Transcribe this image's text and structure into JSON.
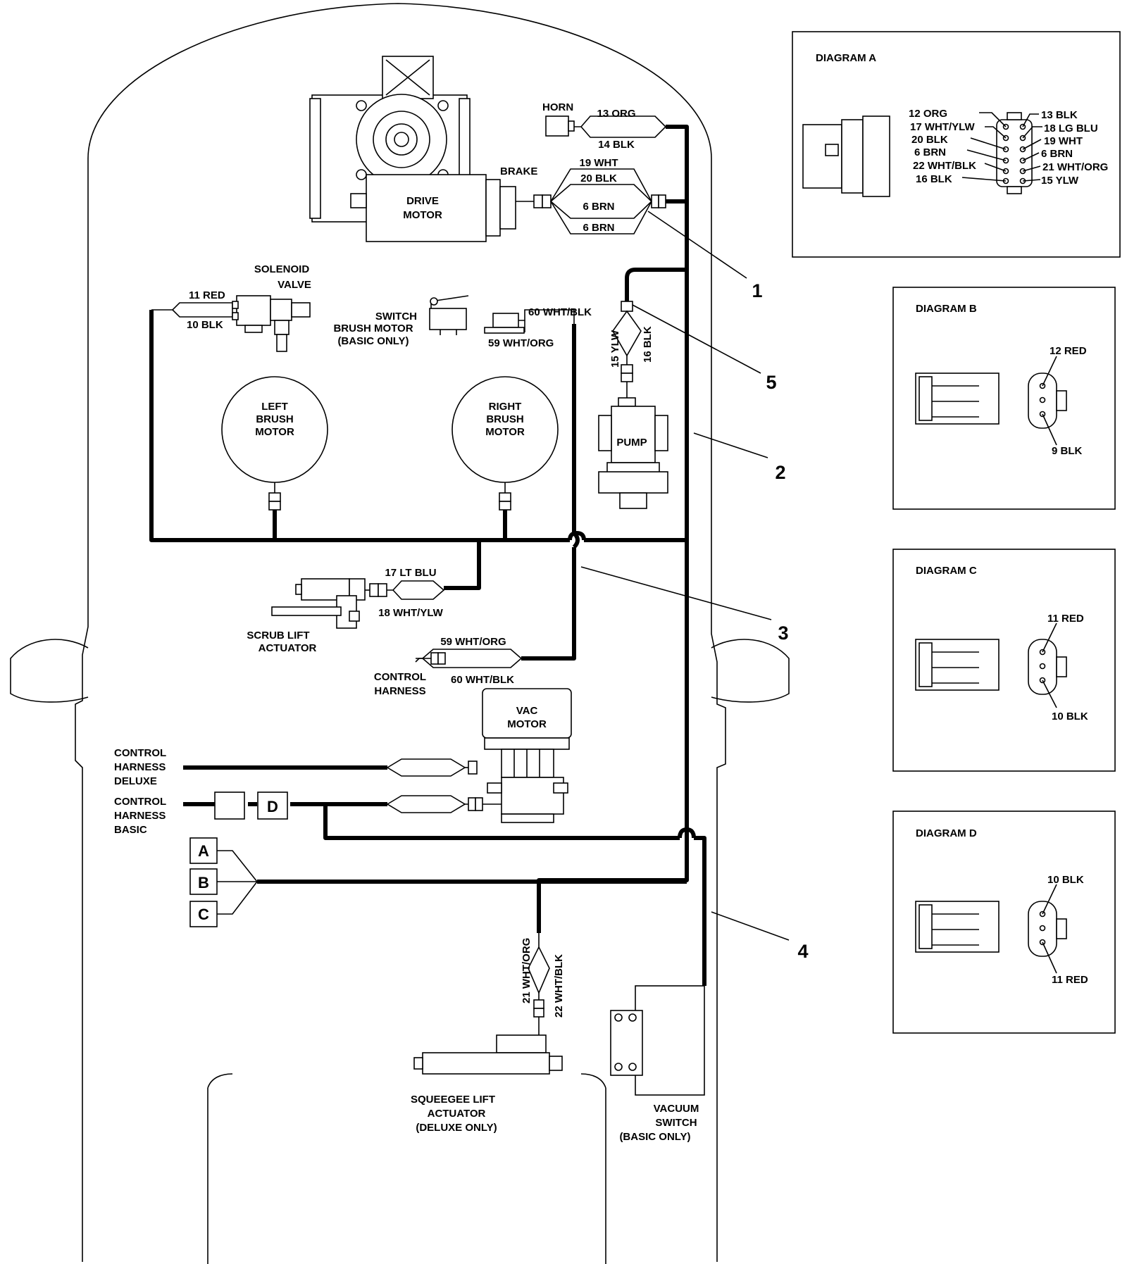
{
  "diagram": {
    "components": {
      "horn": "HORN",
      "brake": "BRAKE",
      "drive_motor": [
        "DRIVE",
        "MOTOR"
      ],
      "solenoid_valve": [
        "SOLENOID",
        "VALVE"
      ],
      "switch_brush_motor": [
        "SWITCH",
        "BRUSH MOTOR",
        "(BASIC ONLY)"
      ],
      "left_brush_motor": [
        "LEFT",
        "BRUSH",
        "MOTOR"
      ],
      "right_brush_motor": [
        "RIGHT",
        "BRUSH",
        "MOTOR"
      ],
      "pump": "PUMP",
      "scrub_lift_actuator": [
        "SCRUB LIFT",
        "ACTUATOR"
      ],
      "control_harness": [
        "CONTROL",
        "HARNESS"
      ],
      "vac_motor": [
        "VAC",
        "MOTOR"
      ],
      "control_harness_deluxe": [
        "CONTROL",
        "HARNESS",
        "DELUXE"
      ],
      "control_harness_basic": [
        "CONTROL",
        "HARNESS",
        "BASIC"
      ],
      "squeegee_lift_actuator": [
        "SQUEEGEE LIFT",
        "ACTUATOR",
        "(DELUXE ONLY)"
      ],
      "vacuum_switch": [
        "VACUUM",
        "SWITCH",
        "(BASIC ONLY)"
      ]
    },
    "wire_labels": {
      "horn_top": "13 ORG",
      "horn_bottom": "14 BLK",
      "drive_1": "19 WHT",
      "drive_2": "20 BLK",
      "drive_3": "6 BRN",
      "drive_4": "6 BRN",
      "solenoid_top": "11 RED",
      "solenoid_bottom": "10 BLK",
      "switch_top": "60 WHT/BLK",
      "switch_bottom": "59 WHT/ORG",
      "pump_left": "15 YLW",
      "pump_right": "16 BLK",
      "scrub_top": "17 LT BLU",
      "scrub_bottom": "18 WHT/YLW",
      "harness_top": "59 WHT/ORG",
      "harness_bottom": "60 WHT/BLK",
      "squeegee_left": "21 WHT/ORG",
      "squeegee_right": "22 WHT/BLK"
    },
    "connector_tags": [
      "A",
      "B",
      "C",
      "D"
    ],
    "callouts": [
      "1",
      "5",
      "2",
      "3",
      "4"
    ]
  },
  "insets": {
    "a": {
      "title": "DIAGRAM A",
      "left_pins": [
        "12 ORG",
        "17 WHT/YLW",
        "20 BLK",
        "6 BRN",
        "22 WHT/BLK",
        "16 BLK"
      ],
      "right_pins": [
        "13 BLK",
        "18 LG BLU",
        "19 WHT",
        "6 BRN",
        "21 WHT/ORG",
        "15 YLW"
      ]
    },
    "b": {
      "title": "DIAGRAM B",
      "top": "12 RED",
      "bottom": "9 BLK"
    },
    "c": {
      "title": "DIAGRAM C",
      "top": "11 RED",
      "bottom": "10 BLK"
    },
    "d": {
      "title": "DIAGRAM D",
      "top": "10 BLK",
      "bottom": "11 RED"
    }
  }
}
